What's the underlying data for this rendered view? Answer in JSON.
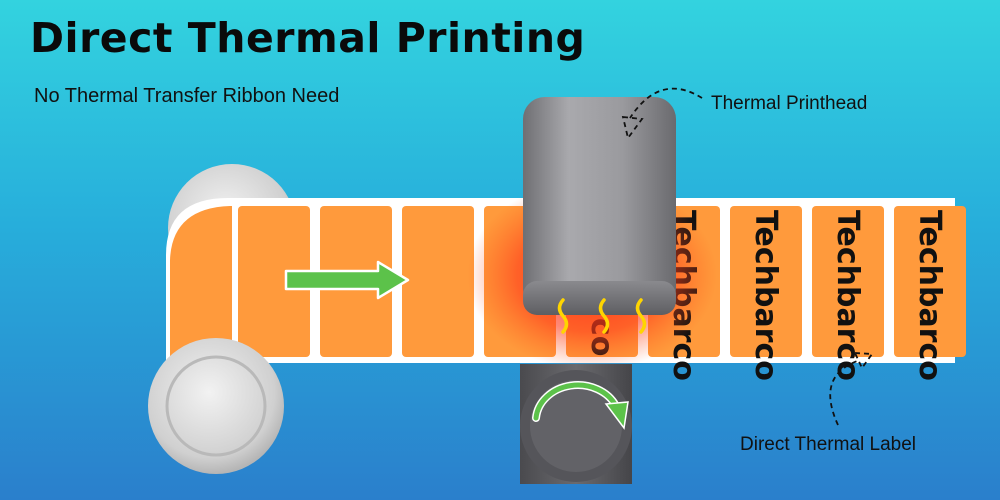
{
  "title": "Direct Thermal Printing",
  "subtitle": "No Thermal Transfer Ribbon Need",
  "callouts": {
    "printhead": "Thermal Printhead",
    "label": "Direct Thermal Label"
  },
  "label_text": "Techbarco",
  "colors": {
    "background_top": "#33d3df",
    "background_bottom": "#2a7fcc",
    "label_orange": "#ff9a3c",
    "backing": "#ffffff",
    "printhead": "#8f8f93",
    "heat_glow": "#ff2a1a",
    "arrow_green": "#5cc24a",
    "heat_waves": "#ffd500"
  },
  "icons": [
    "flow-arrow-icon",
    "rotation-arrow-icon",
    "heat-wave-icon",
    "dashed-pointer-icon"
  ]
}
